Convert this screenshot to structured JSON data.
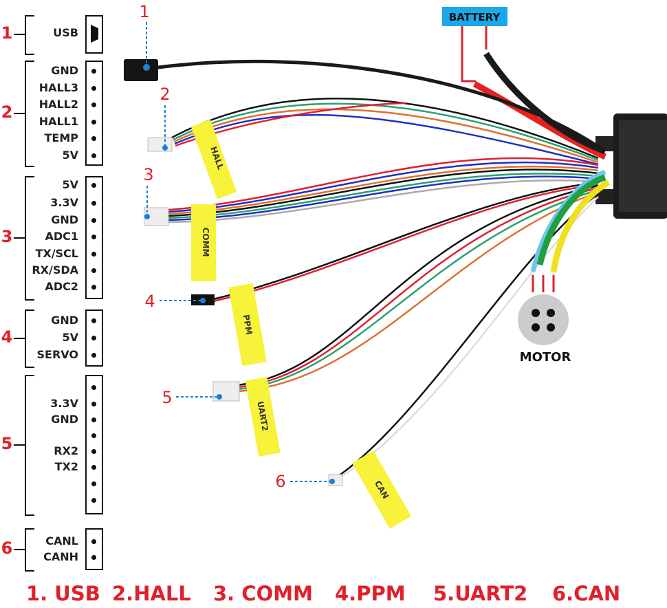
{
  "pinout_groups": [
    {
      "number": "1",
      "pins": [
        {
          "label": "USB"
        }
      ]
    },
    {
      "number": "2",
      "pins": [
        {
          "label": "GND"
        },
        {
          "label": "HALL3"
        },
        {
          "label": "HALL2"
        },
        {
          "label": "HALL1"
        },
        {
          "label": "TEMP"
        },
        {
          "label": "5V"
        }
      ]
    },
    {
      "number": "3",
      "pins": [
        {
          "label": "5V"
        },
        {
          "label": "3.3V"
        },
        {
          "label": "GND"
        },
        {
          "label": "ADC1"
        },
        {
          "label": "TX/SCL"
        },
        {
          "label": "RX/SDA"
        },
        {
          "label": "ADC2"
        }
      ]
    },
    {
      "number": "4",
      "pins": [
        {
          "label": "GND"
        },
        {
          "label": "5V"
        },
        {
          "label": "SERVO"
        }
      ]
    },
    {
      "number": "5",
      "pins": [
        {
          "label": ""
        },
        {
          "label": "3.3V"
        },
        {
          "label": "GND"
        },
        {
          "label": ""
        },
        {
          "label": "RX2"
        },
        {
          "label": "TX2"
        },
        {
          "label": ""
        },
        {
          "label": ""
        }
      ]
    },
    {
      "number": "6",
      "pins": [
        {
          "label": "CANL"
        },
        {
          "label": "CANH"
        }
      ]
    }
  ],
  "legend": [
    "1. USB",
    "2.HALL",
    "3. COMM",
    "4.PPM",
    "5.UART2",
    "6.CAN"
  ],
  "callouts": [
    "1",
    "2",
    "3",
    "4",
    "5",
    "6"
  ],
  "tags": [
    "HALL",
    "COMM",
    "PPM",
    "UART2",
    "CAN"
  ],
  "battery_label": "BATTERY",
  "motor_label": "MOTOR",
  "colors": {
    "accent_red": "#e0202a",
    "callout_blue": "#1e7fd8",
    "tag_yellow": "#f7f23a",
    "battery_bg": "#1aa8e8"
  }
}
